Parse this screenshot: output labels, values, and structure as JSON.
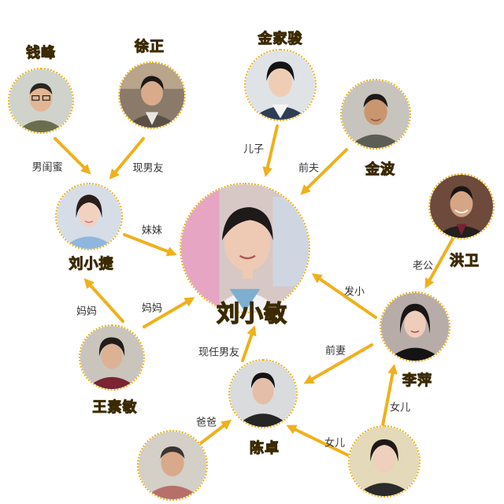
{
  "colors": {
    "accent": "#f2a900",
    "arrow": "#f0b01c",
    "outline": "#3b2a00"
  },
  "center": {
    "name": "刘小敏"
  },
  "people": {
    "qianfeng": "钱峰",
    "xuzheng": "徐正",
    "jinjiajun": "金家骏",
    "jinbo": "金波",
    "hongwei": "洪卫",
    "liuxiaojie": "刘小捷",
    "wangsumin": "王素敏",
    "liping": "李萍",
    "chenzhuo": "陈卓"
  },
  "relations": {
    "male_bestie": "男闺蜜",
    "current_bf": "现男友",
    "son": "儿子",
    "ex_husband": "前夫",
    "husband": "老公",
    "sister": "妹妹",
    "mom_left": "妈妈",
    "mom_center": "妈妈",
    "childhood_friend": "发小",
    "current_bf_2": "现任男友",
    "ex_wife": "前妻",
    "dad": "爸爸",
    "daughter_1": "女儿",
    "daughter_2": "女儿"
  }
}
